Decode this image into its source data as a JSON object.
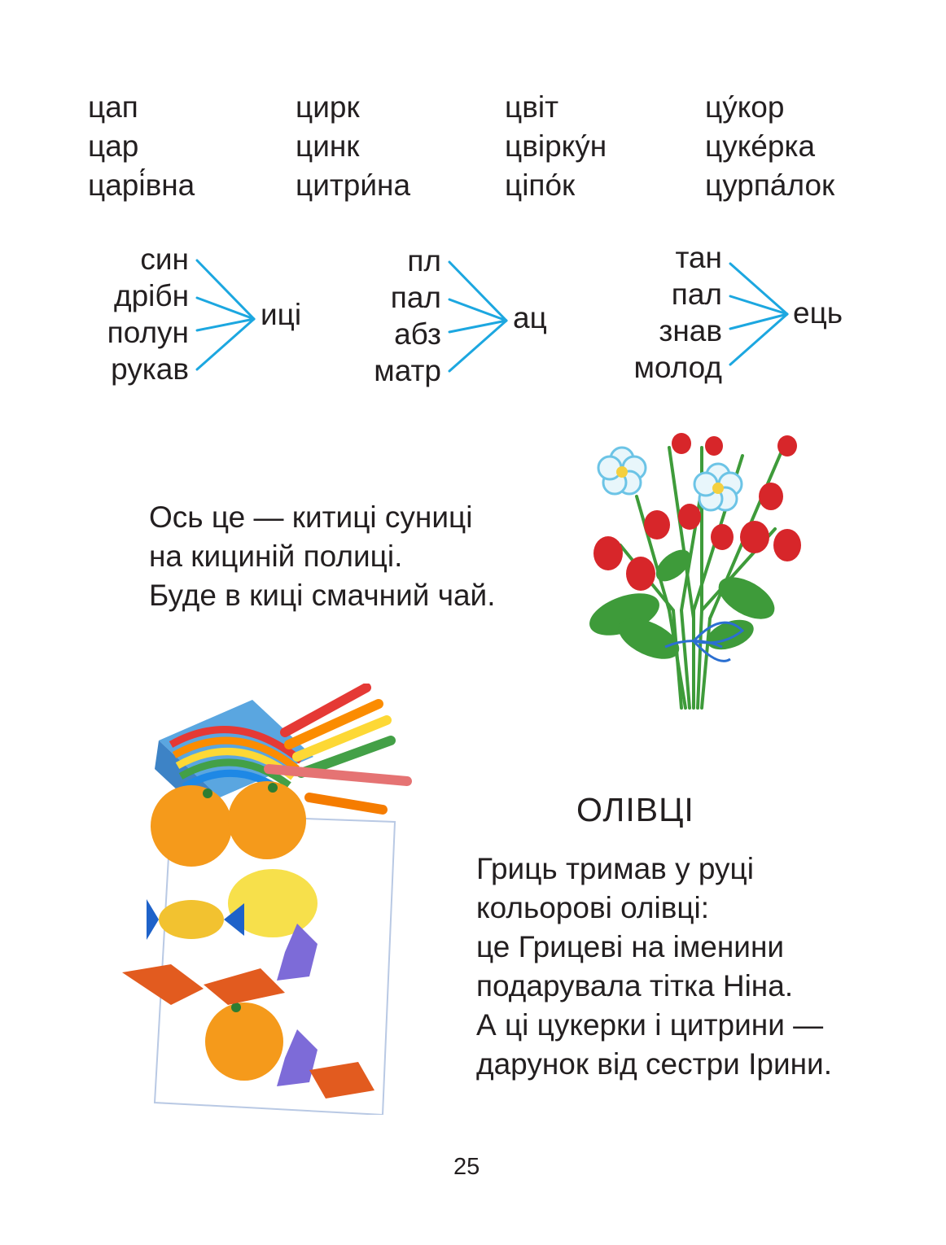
{
  "word_columns": [
    [
      "цап",
      "цар",
      "царі́вна"
    ],
    [
      "цирк",
      "цинк",
      "цитри́на"
    ],
    [
      "цвіт",
      "цвірку́н",
      "ціпо́к"
    ],
    [
      "цу́кор",
      "цуке́рка",
      "цурпа́лок"
    ]
  ],
  "matching_groups": [
    {
      "stems": [
        "син",
        "дрібн",
        "полун",
        "рукав"
      ],
      "suffix": "иці"
    },
    {
      "stems": [
        "пл",
        "пал",
        "абз",
        "матр"
      ],
      "suffix": "ац"
    },
    {
      "stems": [
        "тан",
        "пал",
        "знав",
        "молод"
      ],
      "suffix": "ець"
    }
  ],
  "strawberry_poem": [
    "Ось це — китиці суниці",
    "на кициній  полиці.",
    "Буде в киці смачний чай."
  ],
  "pencils_title": "ОЛІВЦІ",
  "pencils_poem": [
    "Гриць тримав у руці",
    "кольорові олівці:",
    "це Грицеві на іменини",
    "подарувала тітка Ніна.",
    "А ці цукерки і цитрини —",
    "дарунок від сестри Ірини."
  ],
  "page_number": "25",
  "colors": {
    "text": "#231f20",
    "connector_lines": "#1ca7e0",
    "strawberry": "#d7262a",
    "leaf": "#3e9b3a",
    "orange": "#f59a1b"
  }
}
